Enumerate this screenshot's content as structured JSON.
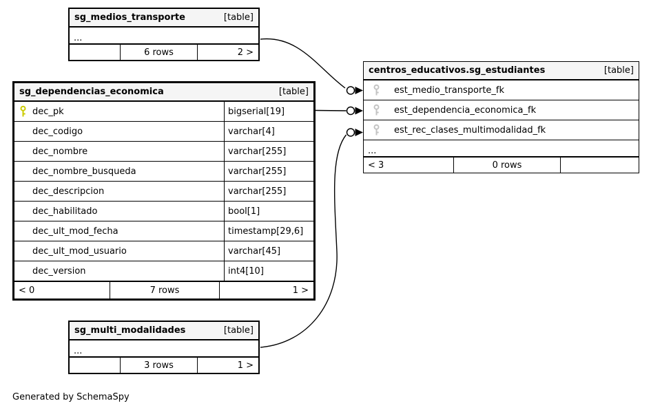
{
  "note": "Generated by SchemaSpy",
  "colors": {
    "pk_key": "#cbcb00",
    "fk_key": "#c3c3c3",
    "header_bg": "#f5f5f5",
    "line": "#000000"
  },
  "tables": {
    "medios_transporte": {
      "name": "sg_medios_transporte",
      "tag": "[table]",
      "ellipsis": "...",
      "footer": {
        "left": "",
        "center": "6 rows",
        "right": "2 >"
      }
    },
    "dependencias_economica": {
      "name": "sg_dependencias_economica",
      "tag": "[table]",
      "columns": [
        {
          "name": "dec_pk",
          "type": "bigserial[19]",
          "key": "primary"
        },
        {
          "name": "dec_codigo",
          "type": "varchar[4]"
        },
        {
          "name": "dec_nombre",
          "type": "varchar[255]"
        },
        {
          "name": "dec_nombre_busqueda",
          "type": "varchar[255]"
        },
        {
          "name": "dec_descripcion",
          "type": "varchar[255]"
        },
        {
          "name": "dec_habilitado",
          "type": "bool[1]"
        },
        {
          "name": "dec_ult_mod_fecha",
          "type": "timestamp[29,6]"
        },
        {
          "name": "dec_ult_mod_usuario",
          "type": "varchar[45]"
        },
        {
          "name": "dec_version",
          "type": "int4[10]"
        }
      ],
      "footer": {
        "left": "< 0",
        "center": "7 rows",
        "right": "1 >"
      }
    },
    "estudiantes": {
      "name": "centros_educativos.sg_estudiantes",
      "tag": "[table]",
      "columns": [
        {
          "name": "est_medio_transporte_fk",
          "key": "foreign"
        },
        {
          "name": "est_dependencia_economica_fk",
          "key": "foreign"
        },
        {
          "name": "est_rec_clases_multimodalidad_fk",
          "key": "foreign"
        }
      ],
      "ellipsis": "...",
      "footer": {
        "left": "< 3",
        "center": "0 rows",
        "right": ""
      }
    },
    "multi_modalidades": {
      "name": "sg_multi_modalidades",
      "tag": "[table]",
      "ellipsis": "...",
      "footer": {
        "left": "",
        "center": "3 rows",
        "right": "1 >"
      }
    }
  },
  "relationships": [
    {
      "from": "sg_medios_transporte",
      "to": "centros_educativos.sg_estudiantes.est_medio_transporte_fk"
    },
    {
      "from": "sg_dependencias_economica.dec_pk",
      "to": "centros_educativos.sg_estudiantes.est_dependencia_economica_fk"
    },
    {
      "from": "sg_multi_modalidades",
      "to": "centros_educativos.sg_estudiantes.est_rec_clases_multimodalidad_fk"
    }
  ]
}
